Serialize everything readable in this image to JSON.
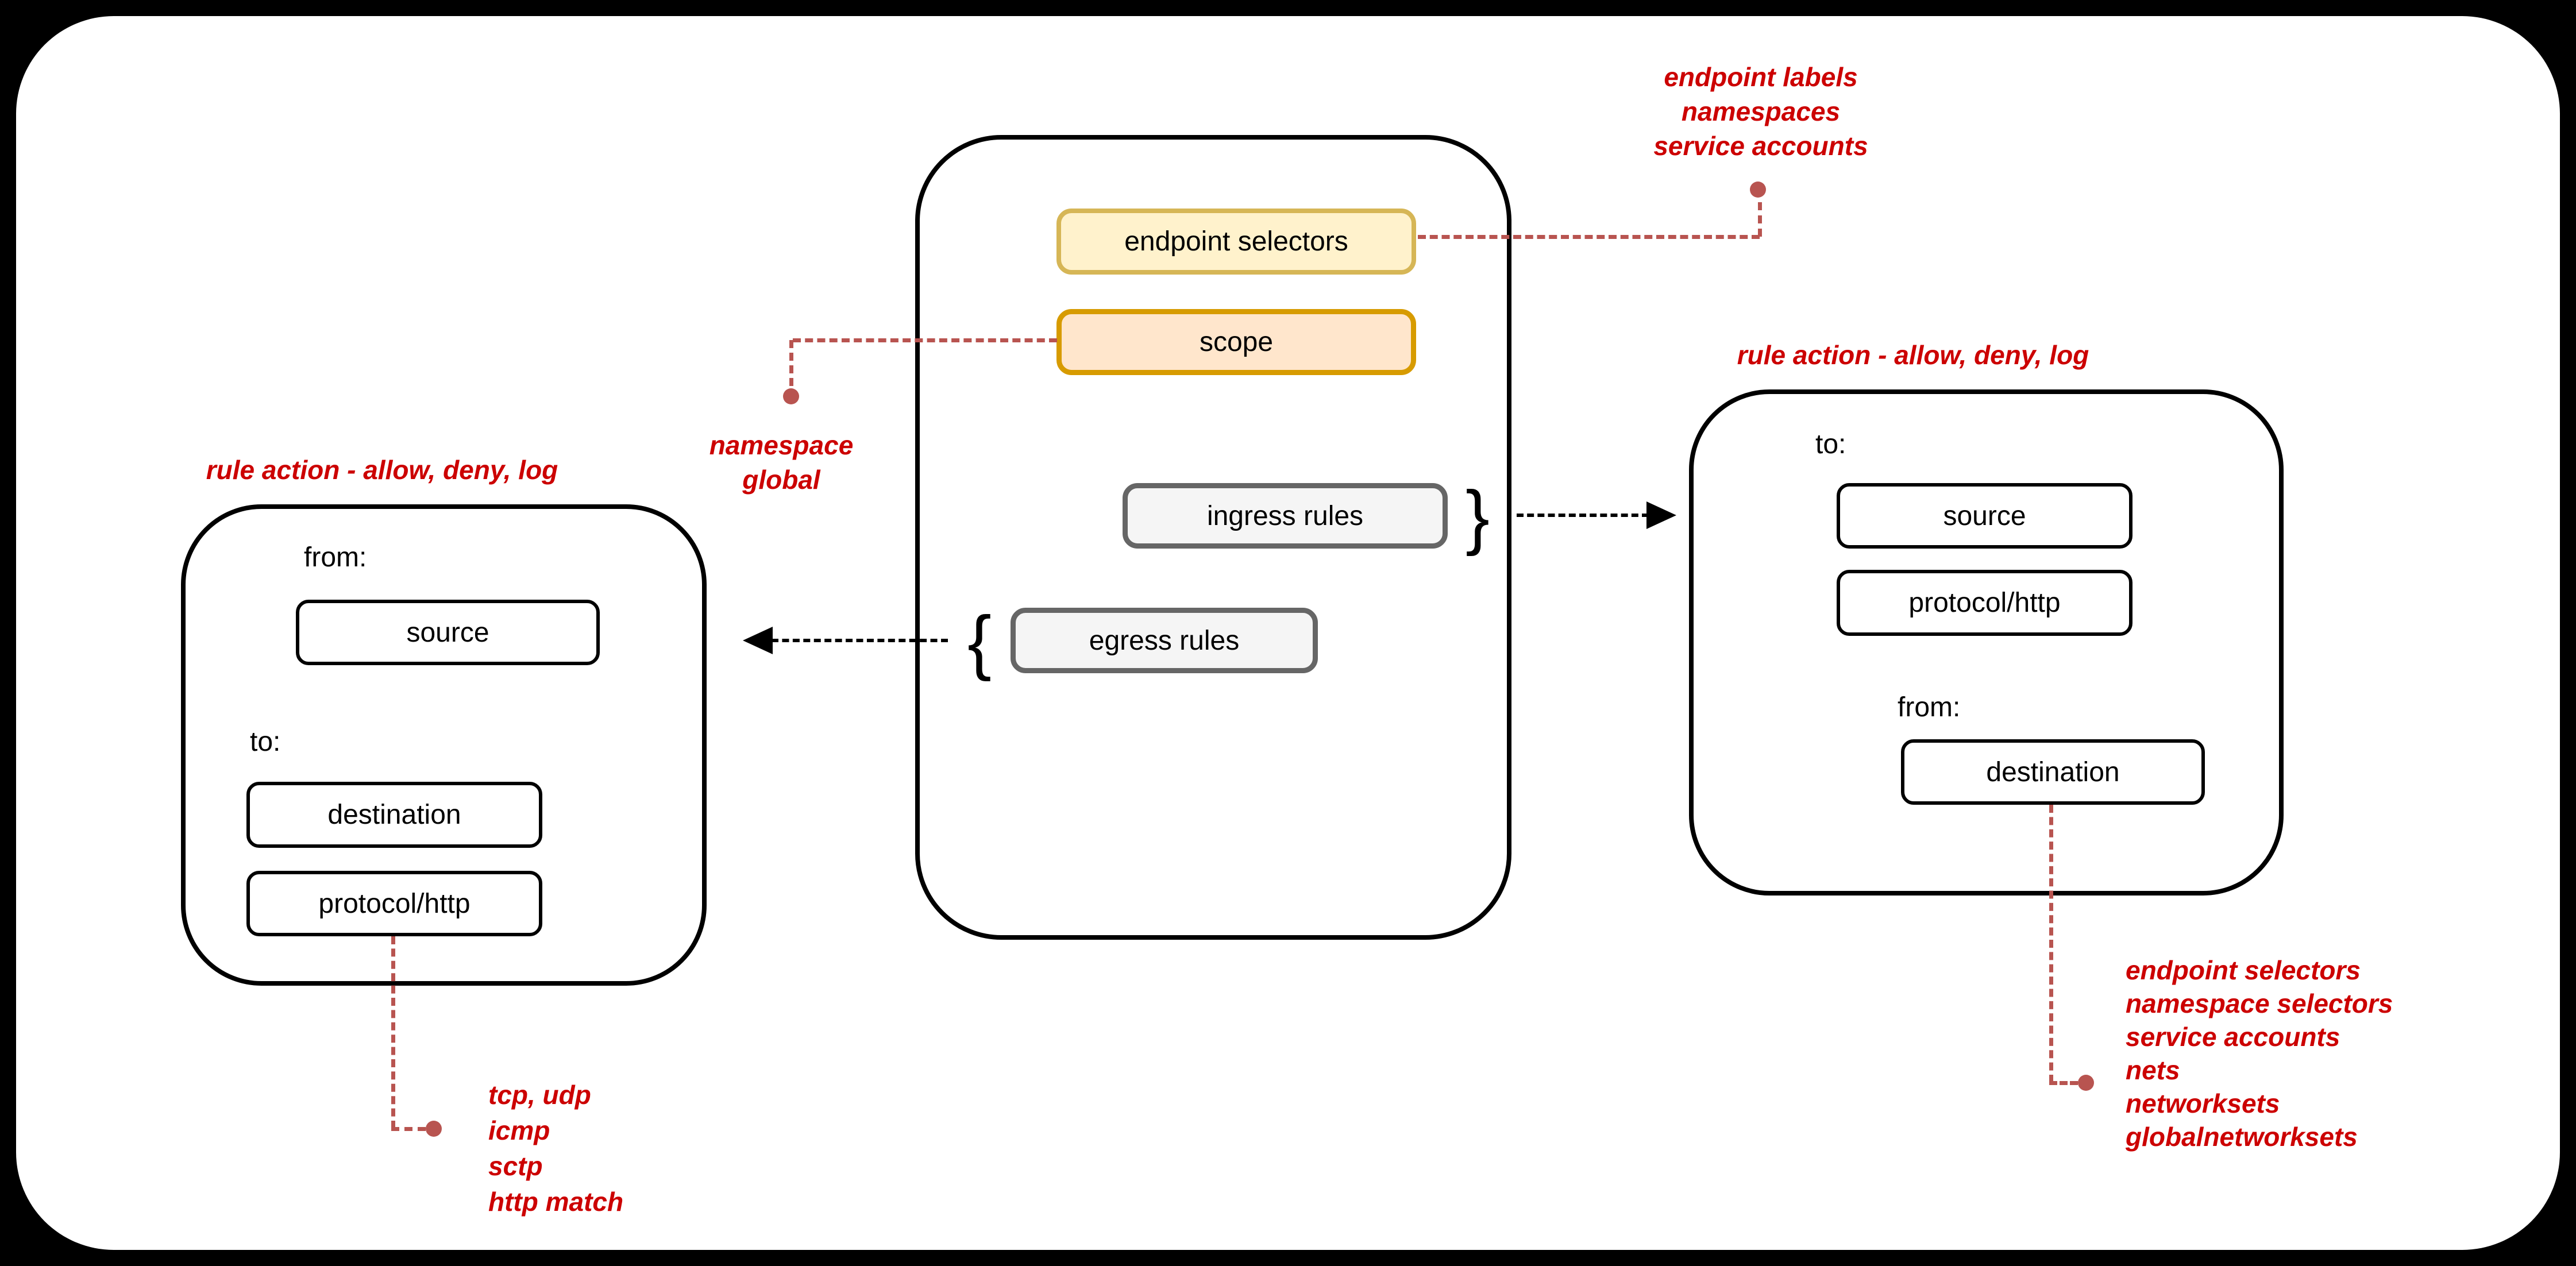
{
  "diagram": {
    "policy": {
      "endpoint_selectors": "endpoint selectors",
      "scope": "scope",
      "ingress_rules": "ingress rules",
      "egress_rules": "egress rules",
      "ingress_brace": "}",
      "egress_brace": "{"
    },
    "egress_rule_box": {
      "action_label": "rule action - allow, deny, log",
      "from_label": "from:",
      "source": "source",
      "to_label": "to:",
      "destination": "destination",
      "protocol": "protocol/http"
    },
    "ingress_rule_box": {
      "action_label": "rule action - allow, deny, log",
      "to_label": "to:",
      "source": "source",
      "protocol": "protocol/http",
      "from_label": "from:",
      "destination": "destination"
    },
    "notes": {
      "endpoint_selectors_note": [
        "endpoint labels",
        "namespaces",
        "service accounts"
      ],
      "scope_note": [
        "namespace",
        "global"
      ],
      "protocol_note": [
        "tcp, udp",
        "icmp",
        "sctp",
        "http match"
      ],
      "destination_note": [
        "endpoint selectors",
        "namespace selectors",
        "service accounts",
        "nets",
        "networksets",
        "globalnetworksets"
      ]
    },
    "colors": {
      "annotation_red": "#CC0000",
      "connector_red": "#B85450",
      "endpoint_selectors_fill": "#FFF2CC",
      "endpoint_selectors_stroke": "#D6B656",
      "scope_fill": "#FFE6CC",
      "scope_stroke": "#D79B00",
      "rules_fill": "#F5F5F5",
      "rules_stroke": "#666666",
      "frame": "#000000"
    }
  }
}
